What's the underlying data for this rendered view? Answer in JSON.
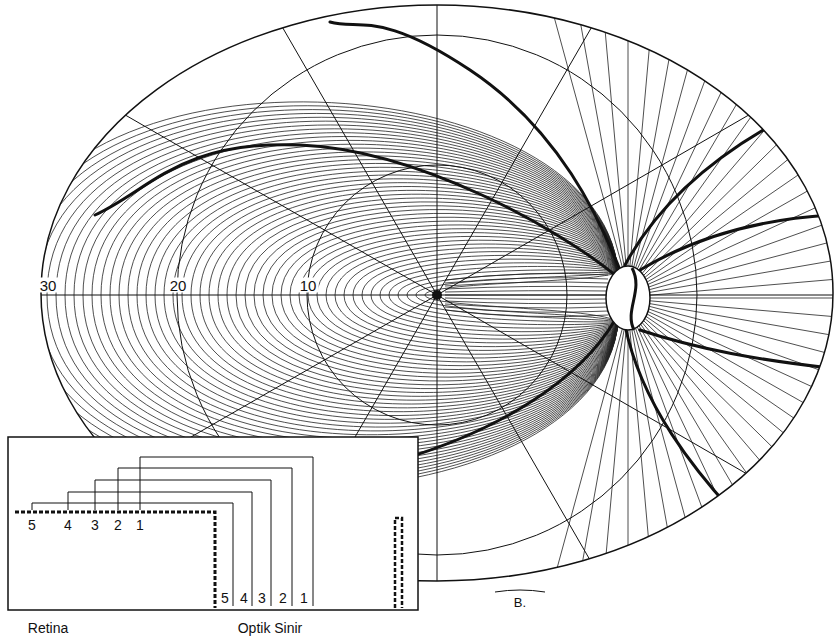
{
  "diagram": {
    "labels": [
      "30",
      "20",
      "10",
      "5",
      "4",
      "3",
      "2",
      "1",
      "5",
      "4",
      "3",
      "2",
      "1",
      "Retina",
      "Optik Sinir",
      "B."
    ]
  }
}
